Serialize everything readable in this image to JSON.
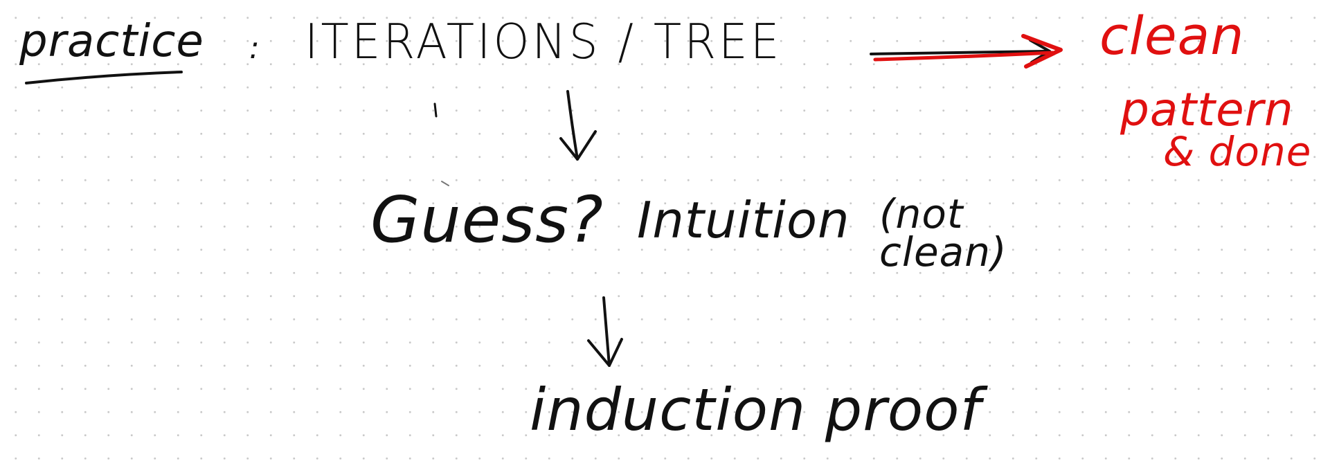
{
  "notes": {
    "practice": "practice",
    "separator": ":",
    "iterations_tree": "ITERATIONS / TREE",
    "guess": "Guess?",
    "intuition": "Intuition",
    "not_clean": "(not clean)",
    "induction_proof": "induction proof"
  },
  "red_notes": {
    "clean": "clean",
    "pattern": "pattern",
    "done": "& done"
  },
  "colors": {
    "ink": "#111111",
    "red_ink": "#e01010",
    "grid_dot": "#c9c9c9",
    "background": "#ffffff"
  }
}
